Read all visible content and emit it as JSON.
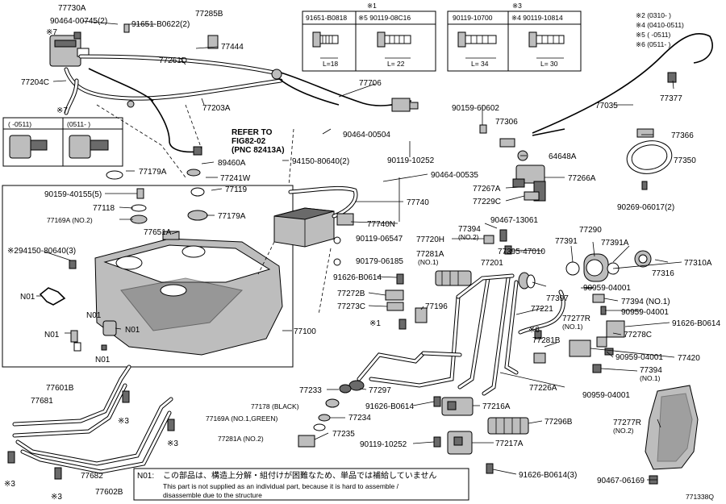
{
  "part_labels": {
    "p77730A": "77730A",
    "p90464_00745": "90464-00745(2)",
    "p91651_B0622": "91651-B0622(2)",
    "p77285B": "77285B",
    "p77444": "77444",
    "p77261D": "77261D",
    "p77204C": "77204C",
    "p77203A": "77203A",
    "p77706": "77706",
    "p77035": "77035",
    "p77377": "77377",
    "p90159_60602": "90159-60602",
    "p77306": "77306",
    "p77366": "77366",
    "p64648A": "64648A",
    "p77350": "77350",
    "p90269_06017": "90269-06017(2)",
    "p90464_00504": "90464-00504",
    "p90119_10252a": "90119-10252",
    "p94150_80640": "94150-80640(2)",
    "p89460A": "89460A",
    "p77179A_1": "77179A",
    "p77241W": "77241W",
    "p77119": "77119",
    "p77179A_2": "77179A",
    "p90159_40155": "90159-40155(5)",
    "p77118": "77118",
    "p77169A_no2": "77169A (NO.2)",
    "p77651A": "77651A",
    "p94150_80640_3": "※294150-80640(3)",
    "p90464_00535": "90464-00535",
    "p77266A": "77266A",
    "p77267A": "77267A",
    "p77229C": "77229C",
    "p77740": "77740",
    "p77740N": "77740N",
    "p90119_06547": "90119-06547",
    "p90179_06185": "90179-06185",
    "p90467_13061": "90467-13061",
    "p77394_no2": "77394",
    "p77394_no2_sub": "(NO.2)",
    "p77720H": "77720H",
    "p77395_47010": "77395-47010",
    "p77290": "77290",
    "p77391": "77391",
    "p77391A": "77391A",
    "p77310A": "77310A",
    "p77316": "77316",
    "p77281A_no1": "77281A",
    "p77281A_no1_sub": "(NO.1)",
    "p77201": "77201",
    "p91626_B0614a": "91626-B0614",
    "p77272B": "77272B",
    "p77273C": "77273C",
    "p77196": "77196",
    "p77397": "77397",
    "p90959_04001a": "90959-04001",
    "p77394_no1a": "77394 (NO.1)",
    "p90959_04001b": "90959-04001",
    "p77221": "77221",
    "p77277R_no1": "77277R",
    "p77277R_no1_sub": "(NO.1)",
    "p91626_B0614b": "91626-B0614",
    "p77278C": "77278C",
    "p77281B": "77281B",
    "p90959_04001c": "90959-04001",
    "p77420": "77420",
    "p77394_no1b": "77394",
    "p77394_no1b_sub": "(NO.1)",
    "p90959_04001d": "90959-04001",
    "p77226A": "77226A",
    "p77100": "77100",
    "p77233": "77233",
    "p77297": "77297",
    "p77178": "77178 (BLACK)",
    "p77169A_no1": "77169A (NO.1,GREEN)",
    "p77234": "77234",
    "p77281A_no2": "77281A (NO.2)",
    "p77235": "77235",
    "p91626_B0614c": "91626-B0614",
    "p77216A": "77216A",
    "p77296B": "77296B",
    "p90119_10252b": "90119-10252",
    "p77217A": "77217A",
    "p91626_B0614_3": "91626-B0614(3)",
    "p77277R_no2": "77277R",
    "p77277R_no2_sub": "(NO.2)",
    "p90467_06169": "90467-06169",
    "p77601B": "77601B",
    "p77681": "77681",
    "p77682": "77682",
    "p77602B": "77602B",
    "n01_a": "N01",
    "n01_b": "N01",
    "n01_c": "N01",
    "n01_d": "N01",
    "n01_e": "N01",
    "mark3_a": "※3",
    "mark3_b": "※3",
    "mark3_c": "※3",
    "mark3_d": "※3",
    "mark7_a": "※7",
    "mark7_b": "※7",
    "mark1": "※1",
    "mark6": "※6"
  },
  "refer_note": {
    "line1": "REFER TO",
    "line2": "FIG82-02",
    "line3": "(PNC 82413A)"
  },
  "variant_box": {
    "col1": "(    -0511)",
    "col2": "(0511-    )"
  },
  "bolt_table_1": {
    "mark": "※1",
    "col1_code": "91651-B0818",
    "col2_code": "※5 90119-08C16",
    "col1_len": "L=18",
    "col2_len": "L= 22"
  },
  "bolt_table_3": {
    "mark": "※3",
    "col1_code": "90119-10700",
    "col2_code": "※4 90119-10814",
    "col1_len": "L= 34",
    "col2_len": "L= 30"
  },
  "date_legend": [
    "※2 (0310-      )",
    "※4 (0410-0511)",
    "※5 (      -0511)",
    "※6 (0511-      )"
  ],
  "footnote": {
    "code": "N01:",
    "japanese": "この部品は、構造上分解・組付けが困難なため、単品では補給していません",
    "english1": "This part is not supplied as an individual part, because it is hard to assemble /",
    "english2": "disassemble due to the structure"
  },
  "figure_id": "771338Q"
}
